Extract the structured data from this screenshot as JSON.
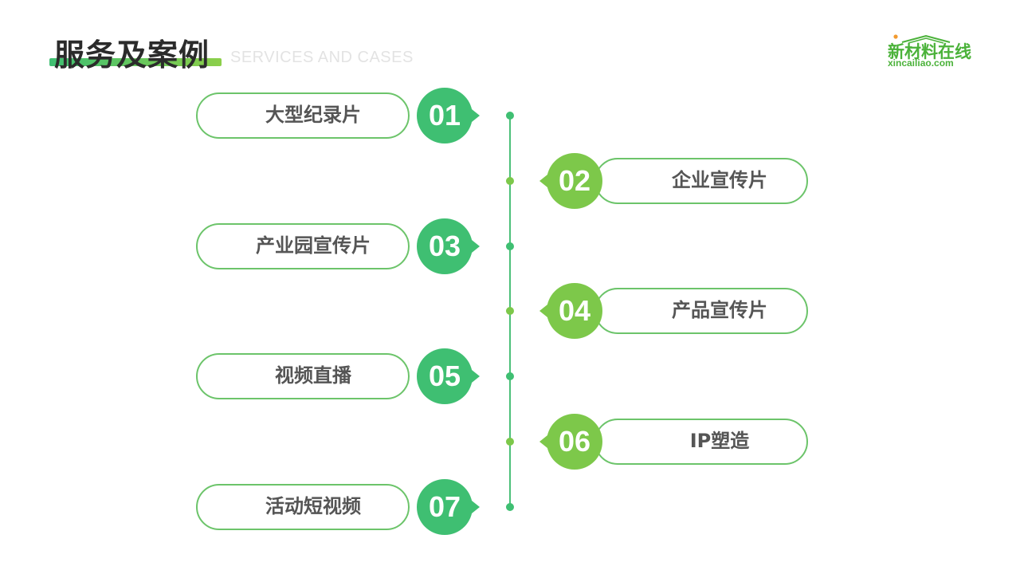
{
  "header": {
    "title": "服务及案例",
    "subtitle": "SERVICES AND CASES"
  },
  "logo": {
    "name": "新材料在线",
    "url": "xincailiao.com",
    "color": "#4bb23a"
  },
  "colors": {
    "teal_green": "#3fbf72",
    "lime_green": "#7dc84a",
    "pill_border": "#6cc46a",
    "label_text": "#555555"
  },
  "items": [
    {
      "number": "01",
      "label": "大型纪录片",
      "side": "left",
      "color": "#3fbf72"
    },
    {
      "number": "02",
      "label": "企业宣传片",
      "side": "right",
      "color": "#7dc84a"
    },
    {
      "number": "03",
      "label": "产业园宣传片",
      "side": "left",
      "color": "#3fbf72"
    },
    {
      "number": "04",
      "label": "产品宣传片",
      "side": "right",
      "color": "#7dc84a"
    },
    {
      "number": "05",
      "label": "视频直播",
      "side": "left",
      "color": "#3fbf72"
    },
    {
      "number": "06",
      "label": "IP塑造",
      "side": "right",
      "color": "#7dc84a"
    },
    {
      "number": "07",
      "label": "活动短视频",
      "side": "left",
      "color": "#3fbf72"
    }
  ]
}
